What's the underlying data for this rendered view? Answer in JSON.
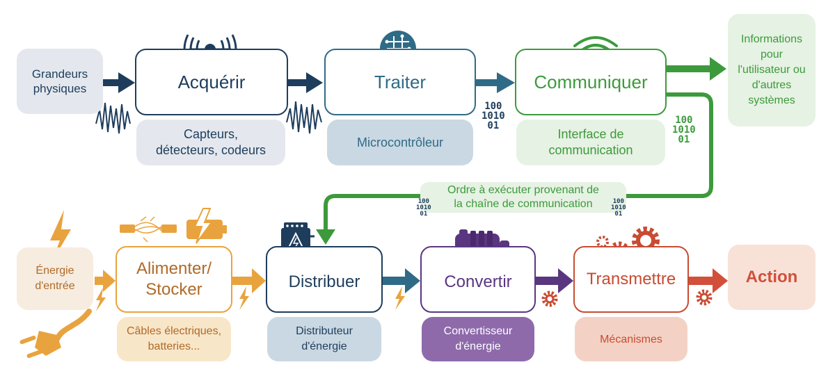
{
  "colors": {
    "info_chain": "#1e3d5c",
    "traiter": "#2f6b86",
    "communiquer": "#3c9a3c",
    "energy": "#e9a33e",
    "distribuer": "#1e3d5c",
    "convertir": "#5a3680",
    "transmettre": "#c84b32",
    "action": "#d24f3a"
  },
  "top_chain": {
    "input": "Grandeurs\nphysiques",
    "acquerir": {
      "title": "Acquérir",
      "sub": "Capteurs,\ndétecteurs, codeurs"
    },
    "traiter": {
      "title": "Traiter",
      "sub": "Microcontrôleur"
    },
    "communiquer": {
      "title": "Communiquer",
      "sub": "Interface de\ncommunication"
    },
    "output": "Informations\npour\nl'utilisateur ou\nd'autres\nsystèmes",
    "binary": "100\n1010\n01"
  },
  "order_label": "Ordre à exécuter provenant de\nla chaîne de communication",
  "bottom_chain": {
    "input": "Énergie\nd'entrée",
    "alimenter": {
      "title": "Alimenter/\nStocker",
      "sub": "Câbles électriques,\nbatteries..."
    },
    "distribuer": {
      "title": "Distribuer",
      "sub": "Distributeur\nd'énergie"
    },
    "convertir": {
      "title": "Convertir",
      "sub": "Convertisseur\nd'énergie"
    },
    "transmettre": {
      "title": "Transmettre",
      "sub": "Mécanismes"
    },
    "output": "Action"
  },
  "icons": {
    "sensor": "sensor-waves-icon",
    "chip": "microchip-icon",
    "wifi": "wifi-icon",
    "lightning": "lightning-icon",
    "plug": "plug-icon",
    "cable": "cable-icon",
    "battery": "battery-icon",
    "distribution_box": "electrical-cabinet-icon",
    "motor": "electric-motor-icon",
    "gears": "gears-icon",
    "gear": "gear-icon",
    "signal": "waveform-icon"
  }
}
